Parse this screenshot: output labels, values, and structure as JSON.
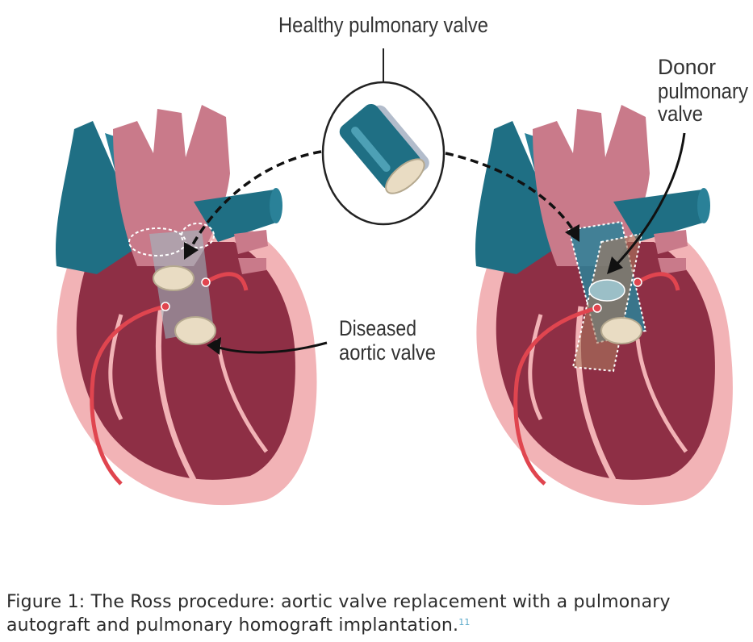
{
  "labels": {
    "healthy_valve": "Healthy pulmonary valve",
    "donor_line1": "Donor",
    "donor_line2": "pulmonary",
    "donor_line3": "valve",
    "diseased_line1": "Diseased",
    "diseased_line2": "aortic valve"
  },
  "caption": {
    "text": "Figure 1: The Ross procedure: aortic valve replacement with a pulmonary autograft and pulmonary homograft implantation.",
    "reference": "11"
  },
  "colors": {
    "heart_outer": "#f2b3b6",
    "myocardium": "#8e2f45",
    "vessel_teal": "#1f6f84",
    "vessel_pink": "#c97a8a",
    "artery_red": "#e0454f",
    "valve_cream": "#e9dcc3"
  }
}
